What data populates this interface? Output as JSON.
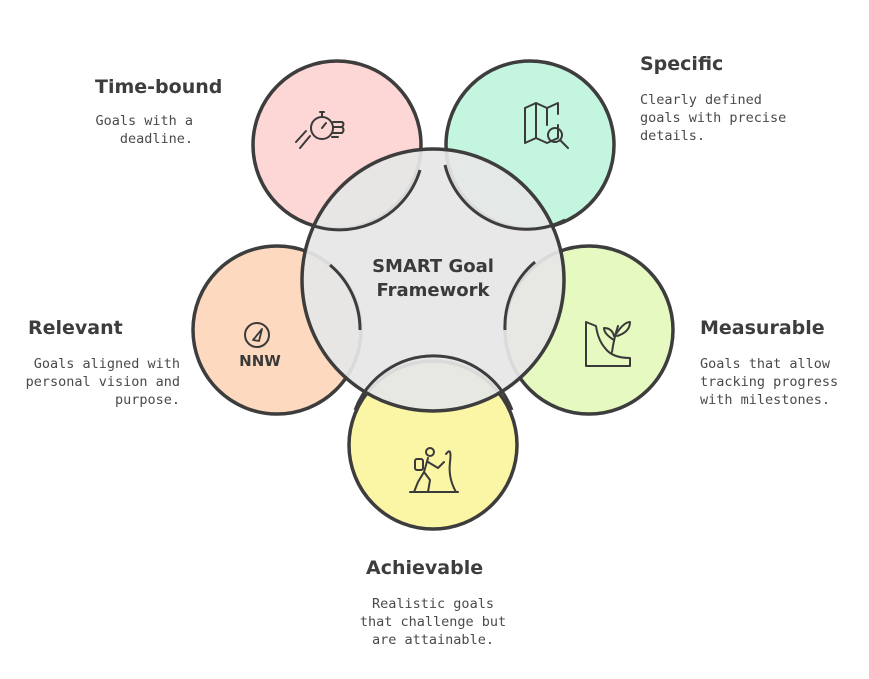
{
  "center": {
    "title_line1": "SMART Goal",
    "title_line2": "Framework"
  },
  "segments": {
    "specific": {
      "title": "Specific",
      "desc": [
        "Clearly defined",
        "goals with precise",
        "details."
      ],
      "color": "#c3f5df",
      "icon": "map-search-icon"
    },
    "measurable": {
      "title": "Measurable",
      "desc": [
        "Goals that allow",
        "tracking progress",
        "with milestones."
      ],
      "color": "#e6f9c0",
      "icon": "plant-growth-icon"
    },
    "achievable": {
      "title": "Achievable",
      "desc": [
        "Realistic goals",
        "that challenge but",
        "are attainable."
      ],
      "color": "#fbf5a6",
      "icon": "climber-icon"
    },
    "relevant": {
      "title": "Relevant",
      "desc": [
        "Goals aligned with",
        "personal vision and",
        "purpose."
      ],
      "color": "#fcd9bf",
      "icon": "compass-icon",
      "icon_text": "NNW"
    },
    "timebound": {
      "title": "Time-bound",
      "desc": [
        "Goals with a",
        "deadline."
      ],
      "color": "#fdd6d6",
      "icon": "stopwatch-hand-icon"
    }
  },
  "colors": {
    "center_fill": "#e6e6e6",
    "stroke": "#3d3d3d"
  }
}
